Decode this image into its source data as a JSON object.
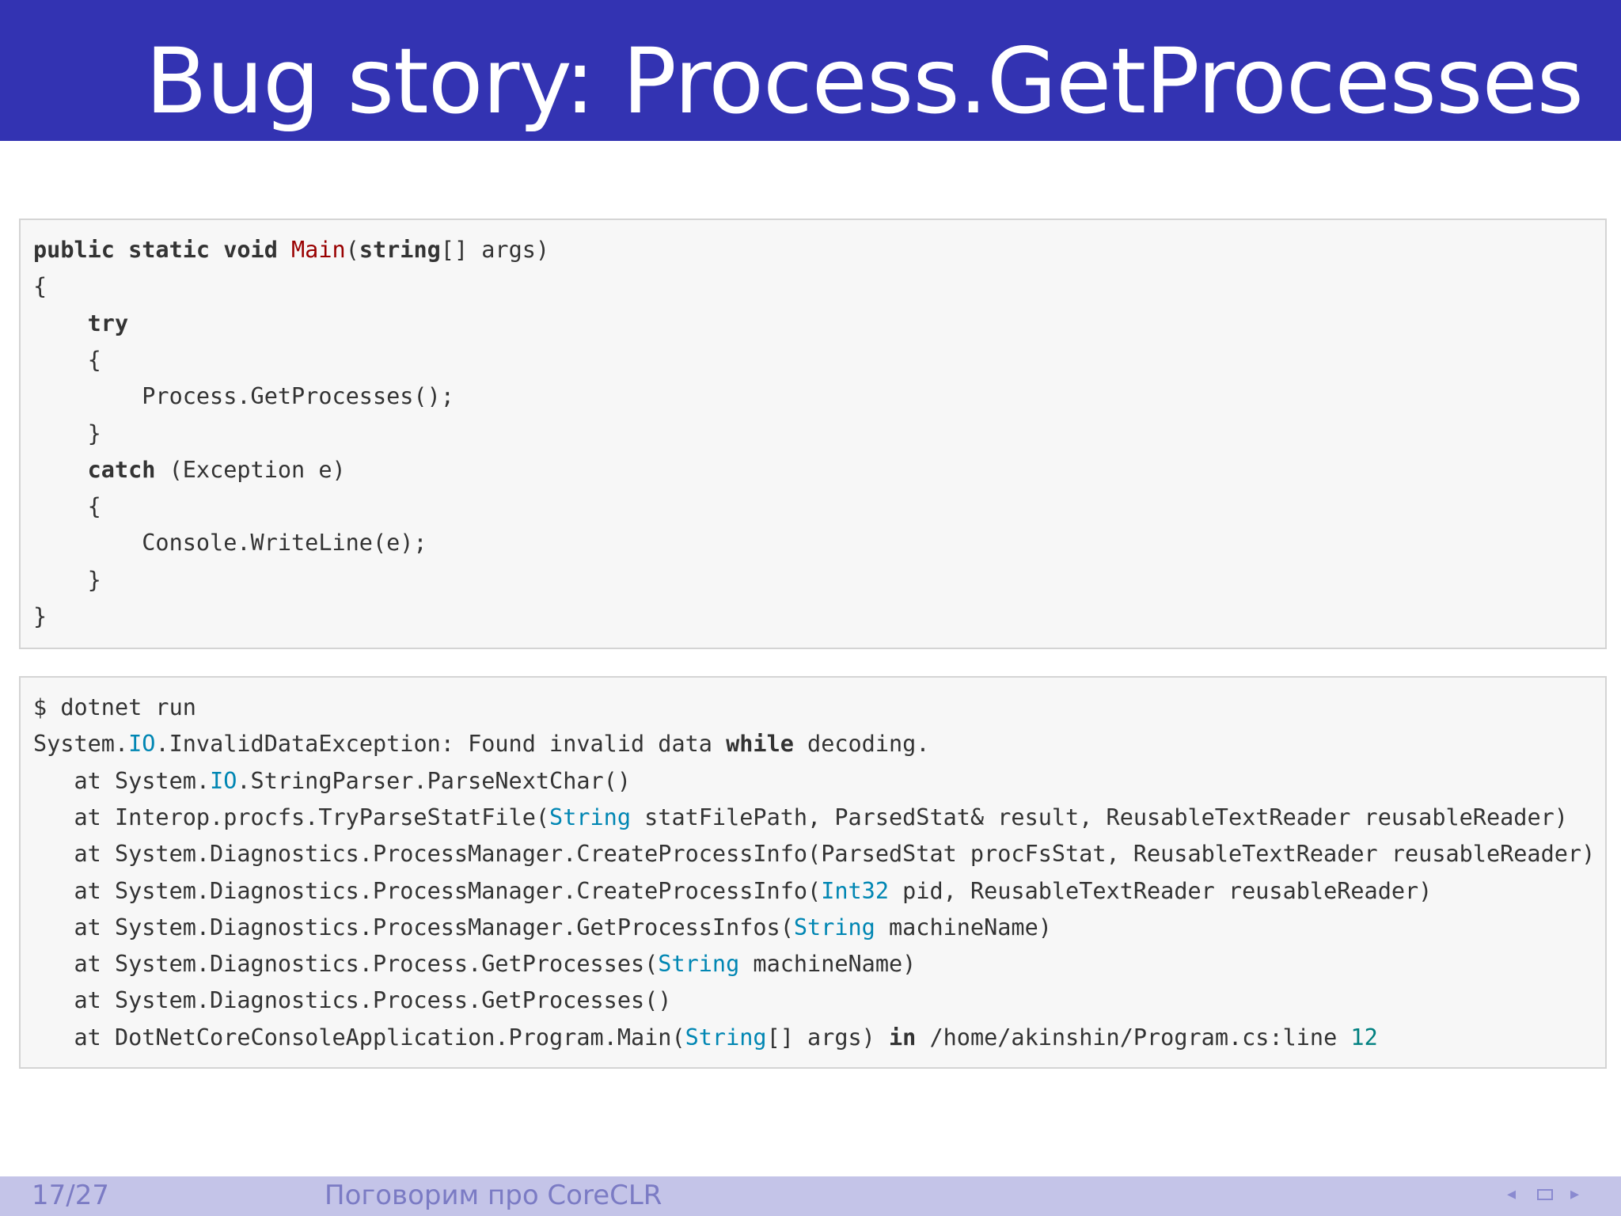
{
  "slide": {
    "title": "Bug story: Process.GetProcesses"
  },
  "code_block": {
    "lines": [
      [
        {
          "t": "public static void ",
          "c": "kw"
        },
        {
          "t": "Main",
          "c": "fn"
        },
        {
          "t": "(",
          "c": ""
        },
        {
          "t": "string",
          "c": "kw"
        },
        {
          "t": "[] args)",
          "c": ""
        }
      ],
      [
        {
          "t": "{",
          "c": ""
        }
      ],
      [
        {
          "t": "    ",
          "c": ""
        },
        {
          "t": "try",
          "c": "kw"
        }
      ],
      [
        {
          "t": "    {",
          "c": ""
        }
      ],
      [
        {
          "t": "        Process.GetProcesses();",
          "c": ""
        }
      ],
      [
        {
          "t": "    }",
          "c": ""
        }
      ],
      [
        {
          "t": "    ",
          "c": ""
        },
        {
          "t": "catch",
          "c": "kw"
        },
        {
          "t": " (Exception e)",
          "c": ""
        }
      ],
      [
        {
          "t": "    {",
          "c": ""
        }
      ],
      [
        {
          "t": "        Console.WriteLine(e);",
          "c": ""
        }
      ],
      [
        {
          "t": "    }",
          "c": ""
        }
      ],
      [
        {
          "t": "}",
          "c": ""
        }
      ]
    ]
  },
  "output_block": {
    "lines": [
      [
        {
          "t": "$ dotnet run",
          "c": ""
        }
      ],
      [
        {
          "t": "System.",
          "c": ""
        },
        {
          "t": "IO",
          "c": "ty"
        },
        {
          "t": ".InvalidDataException: Found invalid data ",
          "c": ""
        },
        {
          "t": "while",
          "c": "kw"
        },
        {
          "t": " decoding.",
          "c": ""
        }
      ],
      [
        {
          "t": "   at System.",
          "c": ""
        },
        {
          "t": "IO",
          "c": "ty"
        },
        {
          "t": ".StringParser.ParseNextChar()",
          "c": ""
        }
      ],
      [
        {
          "t": "   at Interop.procfs.TryParseStatFile(",
          "c": ""
        },
        {
          "t": "String",
          "c": "ty"
        },
        {
          "t": " statFilePath, ParsedStat& result, ReusableTextReader reusableReader)",
          "c": ""
        }
      ],
      [
        {
          "t": "   at System.Diagnostics.ProcessManager.CreateProcessInfo(ParsedStat procFsStat, ReusableTextReader reusableReader)",
          "c": ""
        }
      ],
      [
        {
          "t": "   at System.Diagnostics.ProcessManager.CreateProcessInfo(",
          "c": ""
        },
        {
          "t": "Int32",
          "c": "ty"
        },
        {
          "t": " pid, ReusableTextReader reusableReader)",
          "c": ""
        }
      ],
      [
        {
          "t": "   at System.Diagnostics.ProcessManager.GetProcessInfos(",
          "c": ""
        },
        {
          "t": "String",
          "c": "ty"
        },
        {
          "t": " machineName)",
          "c": ""
        }
      ],
      [
        {
          "t": "   at System.Diagnostics.Process.GetProcesses(",
          "c": ""
        },
        {
          "t": "String",
          "c": "ty"
        },
        {
          "t": " machineName)",
          "c": ""
        }
      ],
      [
        {
          "t": "   at System.Diagnostics.Process.GetProcesses()",
          "c": ""
        }
      ],
      [
        {
          "t": "   at DotNetCoreConsoleApplication.Program.Main(",
          "c": ""
        },
        {
          "t": "String",
          "c": "ty"
        },
        {
          "t": "[] args) ",
          "c": ""
        },
        {
          "t": "in",
          "c": "kw"
        },
        {
          "t": " /home/akinshin/Program.cs:line ",
          "c": ""
        },
        {
          "t": "12",
          "c": "num"
        }
      ]
    ]
  },
  "footer": {
    "page": "17/27",
    "text": "Поговорим про CoreCLR",
    "nav_prev": "◂",
    "nav_next": "▸"
  }
}
